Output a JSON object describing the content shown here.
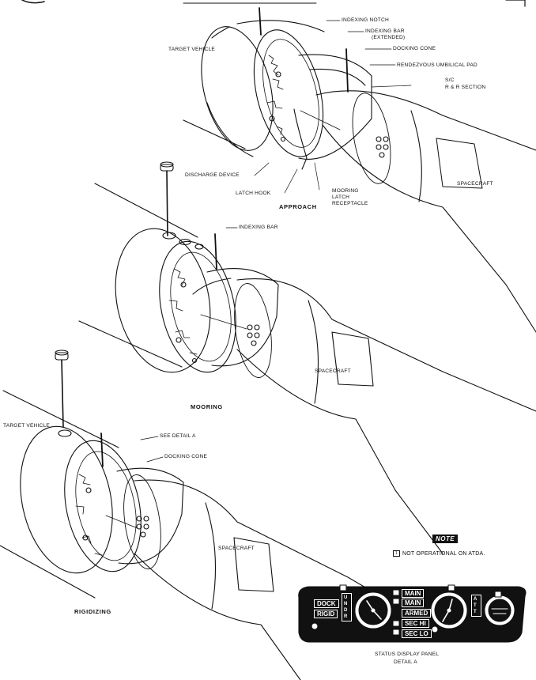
{
  "stages": {
    "approach": "APPROACH",
    "mooring": "MOORING",
    "rigidizing": "RIGIDIZING"
  },
  "labels": {
    "target_vehicle_top": "TARGET VEHICLE",
    "target_vehicle_bottom": "TARGET VEHICLE",
    "indexing_notch": "INDEXING NOTCH",
    "indexing_bar_extended_1": "INDEXING BAR",
    "indexing_bar_extended_2": "(EXTENDED)",
    "docking_cone_top": "DOCKING CONE",
    "rendezvous_umbilical_pad": "RENDEZVOUS UMBILICAL PAD",
    "sc_1": "S/C",
    "sc_2": "R & R SECTION",
    "discharge_device": "DISCHARGE DEVICE",
    "latch_hook": "LATCH HOOK",
    "mooring_latch_1": "MOORING",
    "mooring_latch_2": "LATCH",
    "mooring_latch_3": "RECEPTACLE",
    "spacecraft_1": "SPACECRAFT",
    "indexing_bar_mid": "INDEXING BAR",
    "spacecraft_2": "SPACECRAFT",
    "see_detail_a": "SEE DETAIL A",
    "docking_cone_bottom": "DOCKING CONE",
    "spacecraft_3": "SPACECRAFT"
  },
  "note": {
    "title": "NOTE",
    "flag": "1",
    "text": "NOT OPERATIONAL ON ATDA."
  },
  "panel": {
    "dock": "DOCK",
    "rigid": "RIGID",
    "undock_vertical": "UNDR",
    "main1": "MAIN",
    "main2": "MAIN",
    "armed": "ARMED",
    "sec_hi": "SEC HI",
    "sec_lo": "SEC LO",
    "att": "ATT",
    "caption_1": "STATUS DISPLAY PANEL",
    "caption_2": "DETAIL A"
  }
}
